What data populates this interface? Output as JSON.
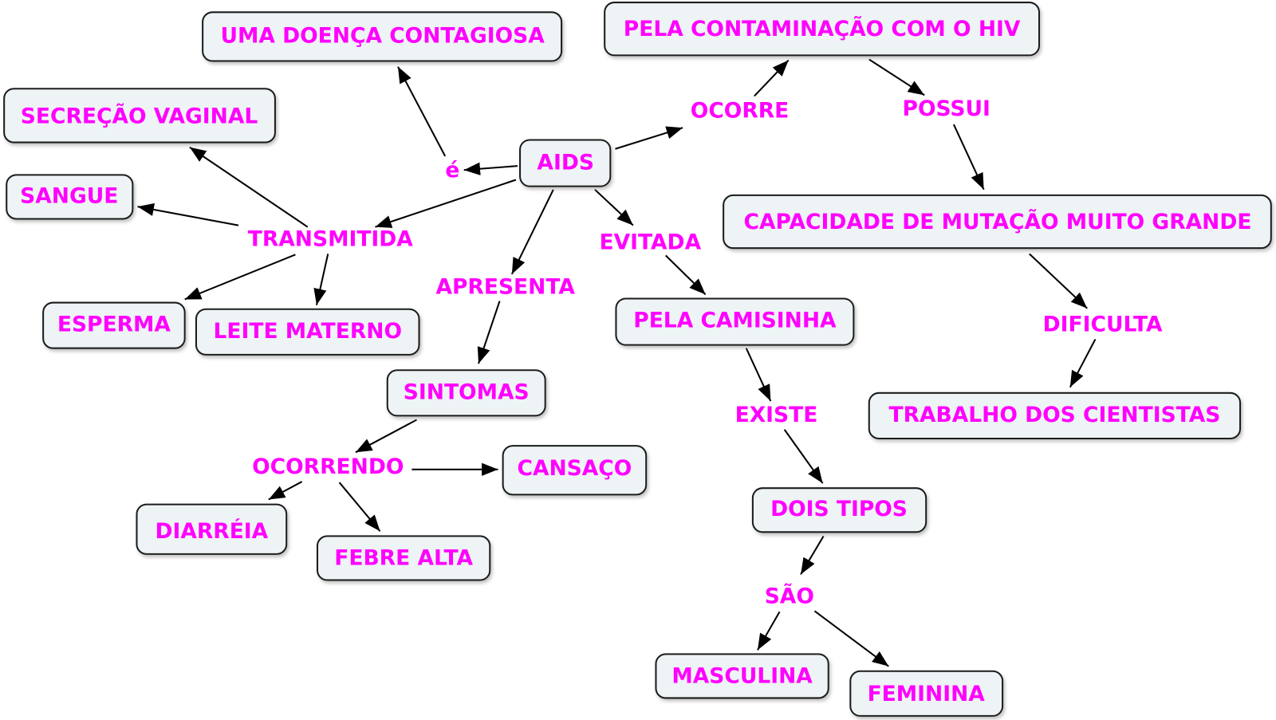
{
  "colors": {
    "label_text": "#ff00ff",
    "concept_fill": "#eef3f5",
    "concept_border": "#1a1a1a",
    "arrow": "#000000"
  },
  "concepts": [
    {
      "label": "AIDS"
    },
    {
      "label": "UMA DOENÇA CONTAGIOSA"
    },
    {
      "label": "PELA CONTAMINAÇÃO COM O HIV"
    },
    {
      "label": "CAPACIDADE DE MUTAÇÃO MUITO GRANDE"
    },
    {
      "label": "TRABALHO DOS CIENTISTAS"
    },
    {
      "label": "SECREÇÃO VAGINAL"
    },
    {
      "label": "SANGUE"
    },
    {
      "label": "ESPERMA"
    },
    {
      "label": "LEITE MATERNO"
    },
    {
      "label": "SINTOMAS"
    },
    {
      "label": "CANSAÇO"
    },
    {
      "label": "DIARRÉIA"
    },
    {
      "label": "FEBRE ALTA"
    },
    {
      "label": "PELA CAMISINHA"
    },
    {
      "label": "DOIS TIPOS"
    },
    {
      "label": "MASCULINA"
    },
    {
      "label": "FEMININA"
    }
  ],
  "linking_phrases": [
    {
      "label": "é"
    },
    {
      "label": "OCORRE"
    },
    {
      "label": "POSSUI"
    },
    {
      "label": "DIFICULTA"
    },
    {
      "label": "TRANSMITIDA"
    },
    {
      "label": "APRESENTA"
    },
    {
      "label": "OCORRENDO"
    },
    {
      "label": "EVITADA"
    },
    {
      "label": "EXISTE"
    },
    {
      "label": "SÃO"
    }
  ]
}
